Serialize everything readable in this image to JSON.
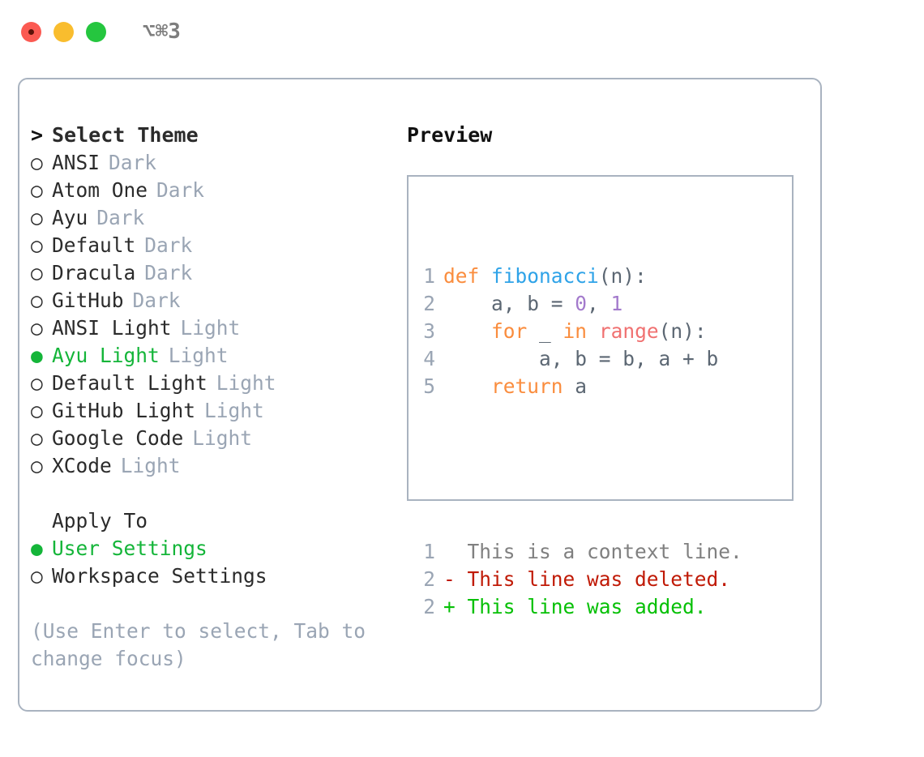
{
  "titlebar": {
    "shortcut": "⌥⌘3",
    "lights": [
      {
        "name": "close",
        "color": "#fb5a52"
      },
      {
        "name": "minimize",
        "color": "#f9bd2e"
      },
      {
        "name": "zoom",
        "color": "#25c63f"
      }
    ]
  },
  "theme_list": {
    "header_marker": ">",
    "header": "Select Theme",
    "items": [
      {
        "marker": "○",
        "label": "ANSI",
        "tag": "Dark",
        "selected": false
      },
      {
        "marker": "○",
        "label": "Atom One",
        "tag": "Dark",
        "selected": false
      },
      {
        "marker": "○",
        "label": "Ayu",
        "tag": "Dark",
        "selected": false
      },
      {
        "marker": "○",
        "label": "Default",
        "tag": "Dark",
        "selected": false
      },
      {
        "marker": "○",
        "label": "Dracula",
        "tag": "Dark",
        "selected": false
      },
      {
        "marker": "○",
        "label": "GitHub",
        "tag": "Dark",
        "selected": false
      },
      {
        "marker": "○",
        "label": "ANSI Light",
        "tag": "Light",
        "selected": false
      },
      {
        "marker": "●",
        "label": "Ayu Light",
        "tag": "Light",
        "selected": true
      },
      {
        "marker": "○",
        "label": "Default Light",
        "tag": "Light",
        "selected": false
      },
      {
        "marker": "○",
        "label": "GitHub Light",
        "tag": "Light",
        "selected": false
      },
      {
        "marker": "○",
        "label": "Google Code",
        "tag": "Light",
        "selected": false
      },
      {
        "marker": "○",
        "label": "XCode",
        "tag": "Light",
        "selected": false
      }
    ]
  },
  "apply_to": {
    "header": "Apply To",
    "items": [
      {
        "marker": "●",
        "label": "User Settings",
        "selected": true
      },
      {
        "marker": "○",
        "label": "Workspace Settings",
        "selected": false
      }
    ]
  },
  "hint": "(Use Enter to select, Tab to change focus)",
  "preview": {
    "title": "Preview",
    "code_lines": [
      {
        "num": "1",
        "tokens": [
          {
            "t": "def ",
            "c": "kw"
          },
          {
            "t": "fibonacci",
            "c": "fn"
          },
          {
            "t": "(n):",
            "c": "pun"
          }
        ]
      },
      {
        "num": "2",
        "tokens": [
          {
            "t": "    a, b = ",
            "c": "var"
          },
          {
            "t": "0",
            "c": "num"
          },
          {
            "t": ", ",
            "c": "pun"
          },
          {
            "t": "1",
            "c": "num"
          }
        ]
      },
      {
        "num": "3",
        "tokens": [
          {
            "t": "    ",
            "c": "var"
          },
          {
            "t": "for",
            "c": "kw"
          },
          {
            "t": " _ ",
            "c": "var"
          },
          {
            "t": "in",
            "c": "kw"
          },
          {
            "t": " ",
            "c": "var"
          },
          {
            "t": "range",
            "c": "bi"
          },
          {
            "t": "(n):",
            "c": "pun"
          }
        ]
      },
      {
        "num": "4",
        "tokens": [
          {
            "t": "        a, b = b, a + b",
            "c": "var"
          }
        ]
      },
      {
        "num": "5",
        "tokens": [
          {
            "t": "    ",
            "c": "var"
          },
          {
            "t": "return",
            "c": "kw"
          },
          {
            "t": " a",
            "c": "var"
          }
        ]
      }
    ],
    "diff_lines": [
      {
        "num": "1",
        "prefix": "  ",
        "text": "This is a context line.",
        "kind": "context"
      },
      {
        "num": "2",
        "prefix": "- ",
        "text": "This line was deleted.",
        "kind": "deleted"
      },
      {
        "num": "2",
        "prefix": "+ ",
        "text": "This line was added.",
        "kind": "added"
      }
    ]
  },
  "colors": {
    "selected_green": "#14b539",
    "tag_grey": "#9aa5b4",
    "border": "#a9b3c0",
    "keyword": "#fa8d3e",
    "function": "#2fa3e8",
    "number": "#a37acc",
    "builtin": "#f07171",
    "punctuation": "#5c6773",
    "diff_context": "#808080",
    "diff_deleted": "#c01a06",
    "diff_added": "#06c006"
  }
}
